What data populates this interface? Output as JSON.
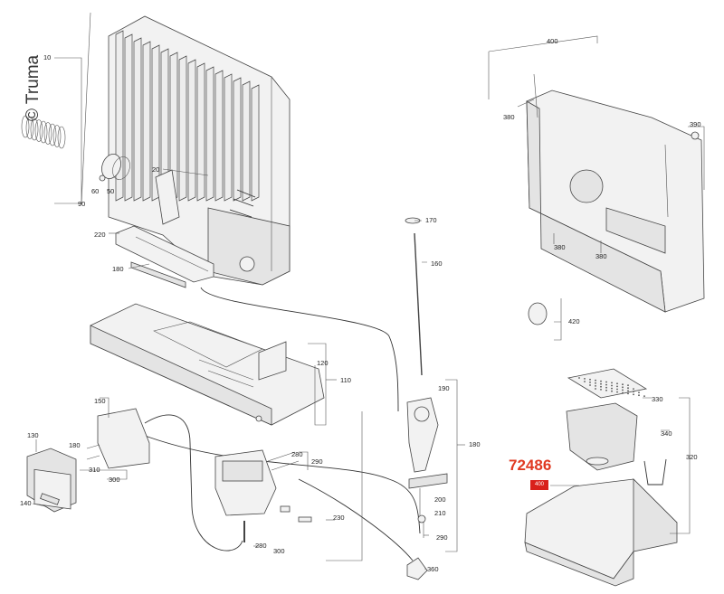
{
  "copyright": "© Truma",
  "highlight": {
    "part_number": "72486",
    "tag": "400",
    "color": "#e03a22"
  },
  "callouts": {
    "c10": "10",
    "c20": "20",
    "c50": "50",
    "c60": "60",
    "c90": "90",
    "c110": "110",
    "c120": "120",
    "c130": "130",
    "c140": "140",
    "c150": "150",
    "c160": "160",
    "c170": "170",
    "c180a": "180",
    "c180b": "180",
    "c180c": "180",
    "c190": "190",
    "c200": "200",
    "c210": "210",
    "c220": "220",
    "c230": "230",
    "c280a": "280",
    "c280b": "280",
    "c290a": "290",
    "c290b": "290",
    "c300a": "300",
    "c300b": "300",
    "c310": "310",
    "c320": "320",
    "c330": "330",
    "c340": "340",
    "c360": "360",
    "c380a": "380",
    "c380b": "380",
    "c380c": "380",
    "c390": "390",
    "c400": "400",
    "c420": "420"
  }
}
